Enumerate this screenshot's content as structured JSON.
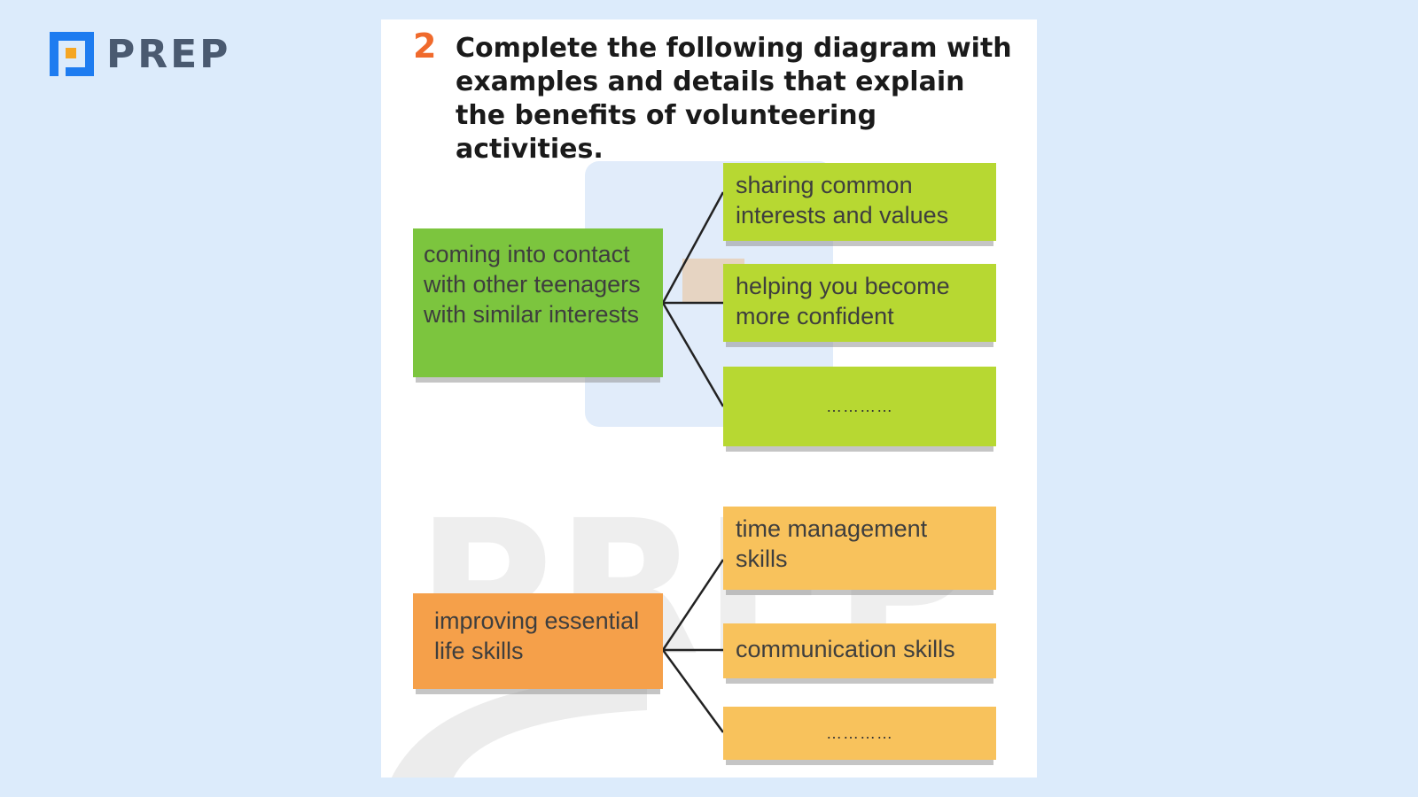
{
  "brand": {
    "name": "PREP"
  },
  "exercise": {
    "number": "2",
    "instruction": "Complete the following diagram with examples and details that explain the benefits of volunteering activities."
  },
  "watermark": {
    "text": "PREP"
  },
  "colors": {
    "green_main": "#7cc53e",
    "green_sub": "#b7d832",
    "orange_main": "#f5a04a",
    "orange_sub": "#f8c25c",
    "number_accent": "#f06a2c",
    "logo_blue": "#1e7cf0",
    "logo_orange": "#f5a623"
  },
  "diagram": {
    "group1": {
      "main": "coming into contact with other teenagers with similar interests",
      "details": [
        "sharing common interests and values",
        "helping you become more confident",
        "…………"
      ]
    },
    "group2": {
      "main": "improving essential life skills",
      "details": [
        "time management skills",
        "communication skills",
        "…………"
      ]
    }
  }
}
